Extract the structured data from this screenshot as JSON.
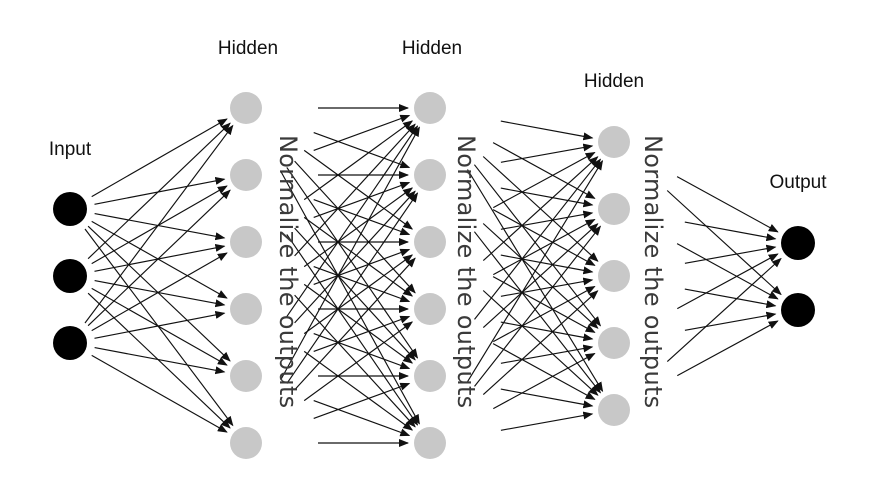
{
  "layers": [
    {
      "label": "Input",
      "role": "input",
      "nodes": 3,
      "color": "#000000"
    },
    {
      "label": "Hidden",
      "role": "hidden",
      "nodes": 6,
      "color": "#c8c8c8"
    },
    {
      "label": "Hidden",
      "role": "hidden",
      "nodes": 6,
      "color": "#c8c8c8"
    },
    {
      "label": "Hidden",
      "role": "hidden",
      "nodes": 5,
      "color": "#c8c8c8"
    },
    {
      "label": "Output",
      "role": "output",
      "nodes": 2,
      "color": "#000000"
    }
  ],
  "normalization_label": "Normalize the outputs",
  "colors": {
    "edge": "#111111",
    "label_text": "#111111",
    "normalize_text": "#3a3a3a",
    "background": "#ffffff"
  }
}
